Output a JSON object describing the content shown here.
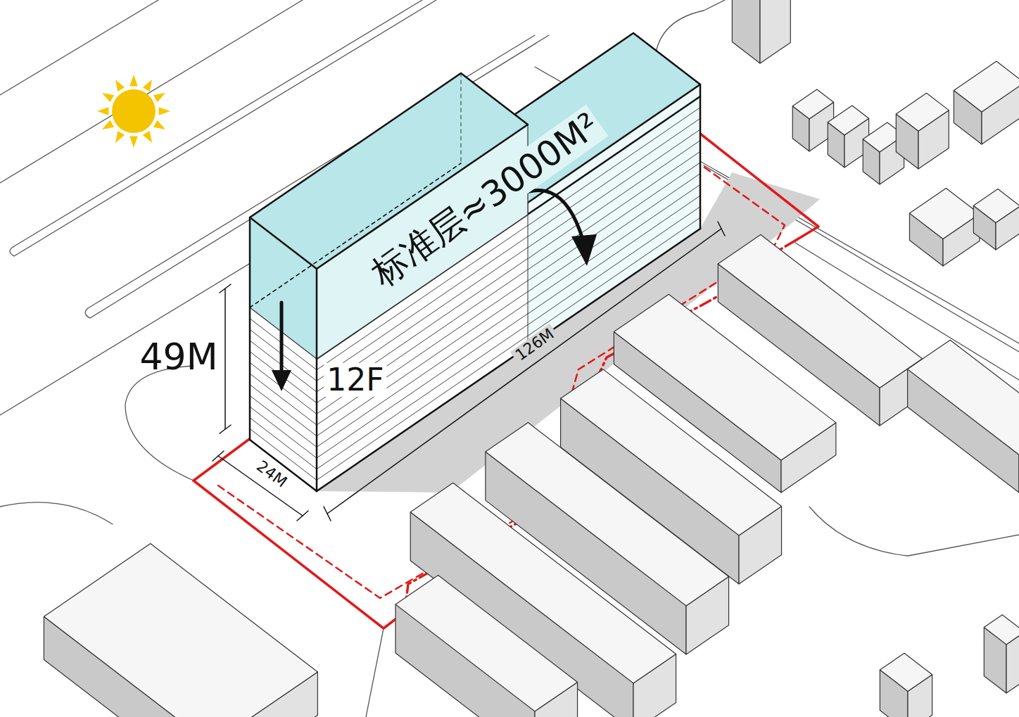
{
  "diagram": {
    "labels": [
      "标准层≈3000M²",
      "12F",
      "49M",
      "126M",
      "24M"
    ]
  }
}
